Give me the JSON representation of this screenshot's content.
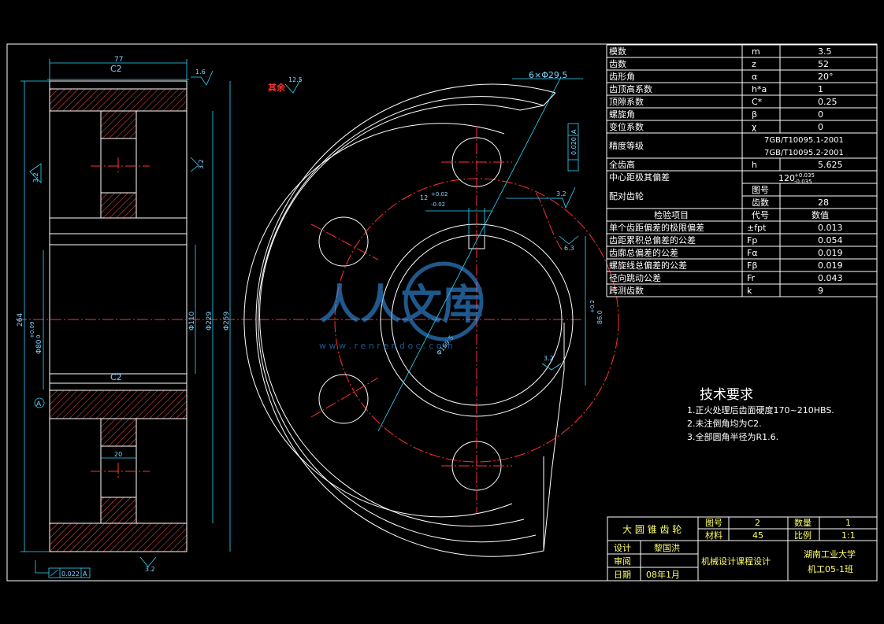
{
  "drawing": {
    "left_view": {
      "dims": {
        "width_77": "77",
        "chamfer_top": "C2",
        "chamfer_bottom": "C2",
        "rough_top": "1.6",
        "overall_264": "264",
        "bore": "Φ80",
        "bore_tol_up": "+0.09",
        "bore_tol_low": "0",
        "d110": "Φ110",
        "d229": "Φ229",
        "d259": "Φ259",
        "rough_left": "3.2",
        "rough_web": "3.2",
        "hub_20": "20",
        "rough_bottom": "3.2",
        "runout": "0.022",
        "datum": "A"
      }
    },
    "front_view": {
      "other_rough_label": "其余",
      "other_rough_value": "12.5",
      "holes_label": "6×Φ29.5",
      "pcd": "Φ169.5",
      "keyway_width": "12",
      "keyway_up": "+0.02",
      "keyway_low": "-0.02",
      "rough_key": "3.2",
      "rough_hub": "6.3",
      "rough_bore": "3.2",
      "key_depth": "86.0",
      "key_depth_tol": "+0.2",
      "symmetry_tol": "0.020",
      "symmetry_datum": "A"
    },
    "params": [
      [
        "模数",
        "m",
        "3.5"
      ],
      [
        "齿数",
        "z",
        "52"
      ],
      [
        "齿形角",
        "α",
        "20°"
      ],
      [
        "齿顶高系数",
        "h*a",
        "1"
      ],
      [
        "顶隙系数",
        "C*",
        "0.25"
      ],
      [
        "螺旋角",
        "β",
        "0"
      ],
      [
        "变位系数",
        "χ",
        "0"
      ]
    ],
    "accuracy": {
      "label": "精度等级",
      "line1": "7GB/T10095.1-2001",
      "line2": "7GB/T10095.2-2001"
    },
    "full_depth": [
      "全齿高",
      "h",
      "5.625"
    ],
    "center_distance": {
      "label": "中心距极其偏差",
      "value": "120",
      "up": "+0.035",
      "low": "-0.035"
    },
    "mating": {
      "label": "配对齿轮",
      "row1": [
        "图号",
        ""
      ],
      "row2": [
        "齿数",
        "28"
      ]
    },
    "inspection_header": [
      "检验项目",
      "代号",
      "数值"
    ],
    "inspection": [
      [
        "单个齿距偏差的极限偏差",
        "±fpt",
        "0.013"
      ],
      [
        "齿距累积总偏差的公差",
        "Fp",
        "0.054"
      ],
      [
        "齿廓总偏差的公差",
        "Fα",
        "0.019"
      ],
      [
        "螺旋线总偏差的公差",
        "Fβ",
        "0.019"
      ],
      [
        "径向跳动公差",
        "Fr",
        "0.043"
      ],
      [
        "跨测齿数",
        "k",
        "9"
      ]
    ],
    "tech_req": {
      "title": "技术要求",
      "items": [
        "1.正火处理后齿面硬度170~210HBS.",
        "2.未注倒角均为C2.",
        "3.全部圆角半径为R1.6."
      ]
    },
    "watermark": {
      "text": "人人文库",
      "url": "w w w . r e n r e n d o c . c o m"
    },
    "title_block": {
      "part_name": "大 圆 锥 齿 轮",
      "drawing_no_label": "图号",
      "drawing_no": "2",
      "qty_label": "数量",
      "qty": "1",
      "material_label": "材料",
      "material": "45",
      "scale_label": "比例",
      "scale": "1:1",
      "design_label": "设计",
      "designer": "黎国洪",
      "review_label": "审阅",
      "date_label": "日期",
      "date": "08年1月",
      "course": "机械设计课程设计",
      "school": "湖南工业大学",
      "class": "机工05-1班"
    }
  }
}
